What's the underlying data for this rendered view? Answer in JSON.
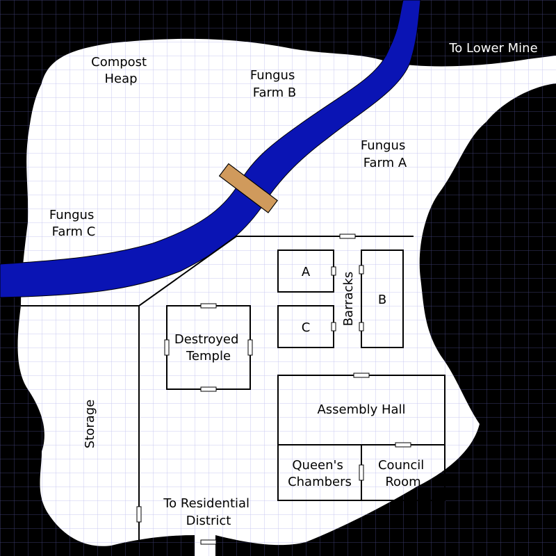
{
  "colors": {
    "rock": "#000000",
    "floor": "#ffffff",
    "grid_dark": "#3a3a6a",
    "grid_light": "#c8c8f0",
    "river": "#0a14b4",
    "bridge": "#d09a5c",
    "walls": "#000000"
  },
  "labels": {
    "compost_heap": [
      "Compost",
      "Heap"
    ],
    "fungus_farm_b": [
      "Fungus",
      "Farm B"
    ],
    "fungus_farm_a": [
      "Fungus",
      "Farm A"
    ],
    "fungus_farm_c": [
      "Fungus",
      "Farm C"
    ],
    "to_lower_mine": "To Lower Mine",
    "barracks": "Barracks",
    "room_a": "A",
    "room_b": "B",
    "room_c": "C",
    "destroyed_temple": [
      "Destroyed",
      "Temple"
    ],
    "storage": "Storage",
    "assembly_hall": "Assembly Hall",
    "queens_chambers": [
      "Queen's",
      "Chambers"
    ],
    "council_room": [
      "Council",
      "Room"
    ],
    "to_residential_district": [
      "To Residential",
      "District"
    ]
  },
  "icons": {
    "door": "door-icon",
    "bridge": "bridge-icon"
  }
}
